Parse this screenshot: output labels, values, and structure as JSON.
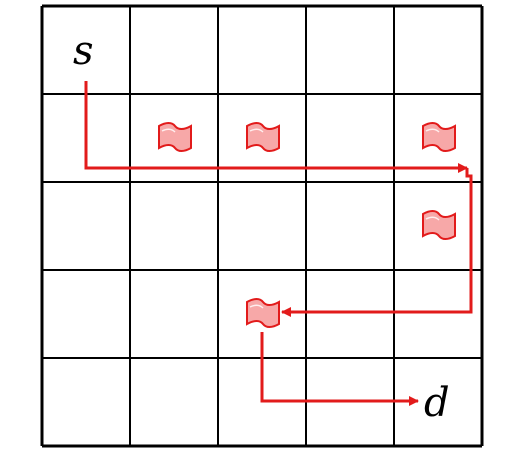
{
  "grid": {
    "rows": 5,
    "cols": 5
  },
  "labels": {
    "source": "s",
    "destination": "d"
  },
  "source_cell": {
    "row": 0,
    "col": 0
  },
  "destination_cell": {
    "row": 4,
    "col": 4
  },
  "flags": [
    {
      "row": 1,
      "col": 1
    },
    {
      "row": 1,
      "col": 2
    },
    {
      "row": 1,
      "col": 4
    },
    {
      "row": 2,
      "col": 4
    },
    {
      "row": 3,
      "col": 2
    }
  ],
  "colors": {
    "grid_line": "#000000",
    "path": "#e21b1b",
    "flag_fill": "#f7a8a8",
    "flag_stroke": "#e21b1b"
  },
  "icons": {
    "flag": "flag-icon",
    "arrow": "arrowhead-icon"
  }
}
